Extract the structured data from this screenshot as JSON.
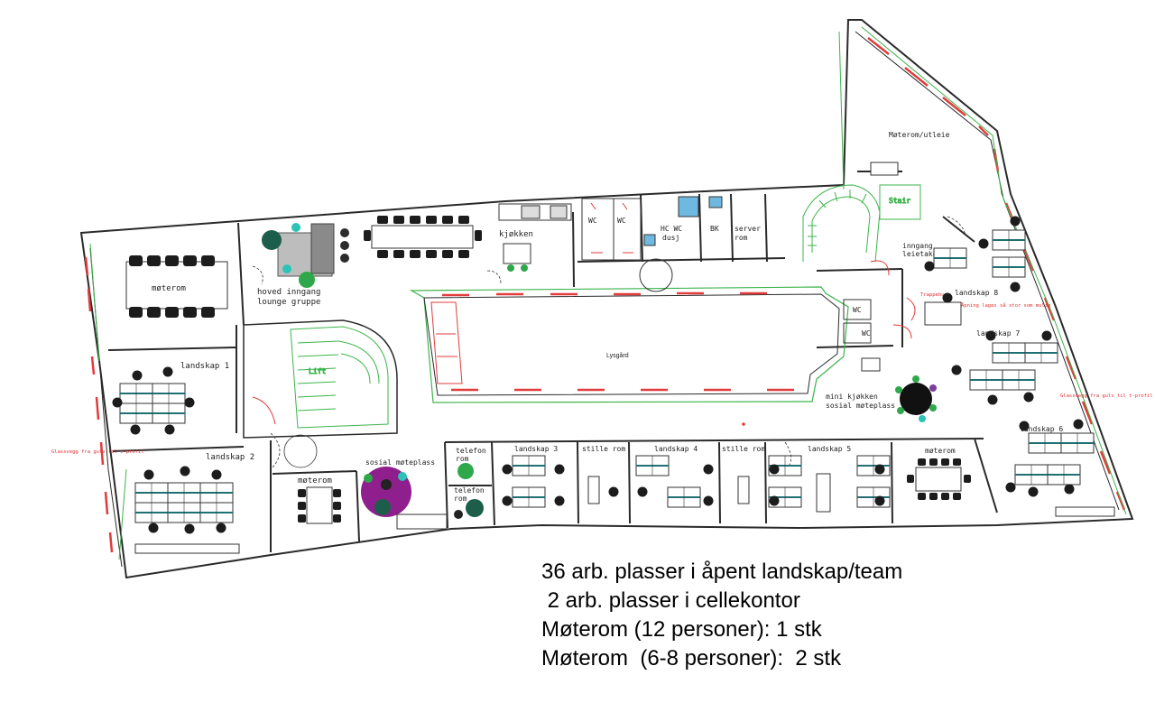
{
  "rooms": {
    "moterom_left": "møterom",
    "hoved_inngang_1": "hoved inngang",
    "hoved_inngang_2": "lounge gruppe",
    "kjokken": "kjøkken",
    "wc1": "WC",
    "wc2": "WC",
    "hc_wc_1": "HC WC",
    "hc_wc_2": "dusj",
    "bk": "BK",
    "server_1": "server",
    "server_2": "rom",
    "moterom_utleie": "Møterom/utleie",
    "inngang_1": "inngang",
    "inngang_2": "leietaker",
    "wc3": "WC",
    "wc4": "WC",
    "landskap1": "landskap 1",
    "landskap2": "landskap 2",
    "lysgard": "Lysgård",
    "mini_kjokken_1": "mini kjøkken",
    "mini_kjokken_2": "sosial møteplass",
    "landskap8": "landskap 8",
    "landskap7": "landskap 7",
    "landskap6": "landskap 6",
    "sosial_moteplass": "sosial møteplass",
    "moterom_bottom": "møterom",
    "telefon1_1": "telefon",
    "telefon1_2": "rom",
    "telefon2_1": "telefon",
    "telefon2_2": "rom",
    "landskap3": "landskap 3",
    "stille1": "stille rom",
    "landskap4": "landskap 4",
    "stille2": "stille rom",
    "landskap5": "landskap 5",
    "moterom_right": "møterom",
    "lift": "Lift",
    "stair": "Stair"
  },
  "notes": {
    "glassvegg_left": "Glassvegg fra gulv til t-profil",
    "glassvegg_right": "Glassvegg fra gulv til t-profil",
    "apning": "Åpning lages så stor som mulig",
    "trappehus": "Trappehus"
  },
  "summary": [
    "36 arb. plasser i åpent landskap/team",
    " 2 arb. plasser i cellekontor",
    "Møterom (12 personer): 1 stk",
    "Møterom  (6-8 personer):  2 stk"
  ],
  "colors": {
    "wall": "#2a2a2a",
    "glass": "#3cb44b",
    "window": "#e23b3b",
    "desk_teal": "#1f6f73",
    "purple": "#8e1f8c",
    "dark_green": "#1d5e4a"
  }
}
